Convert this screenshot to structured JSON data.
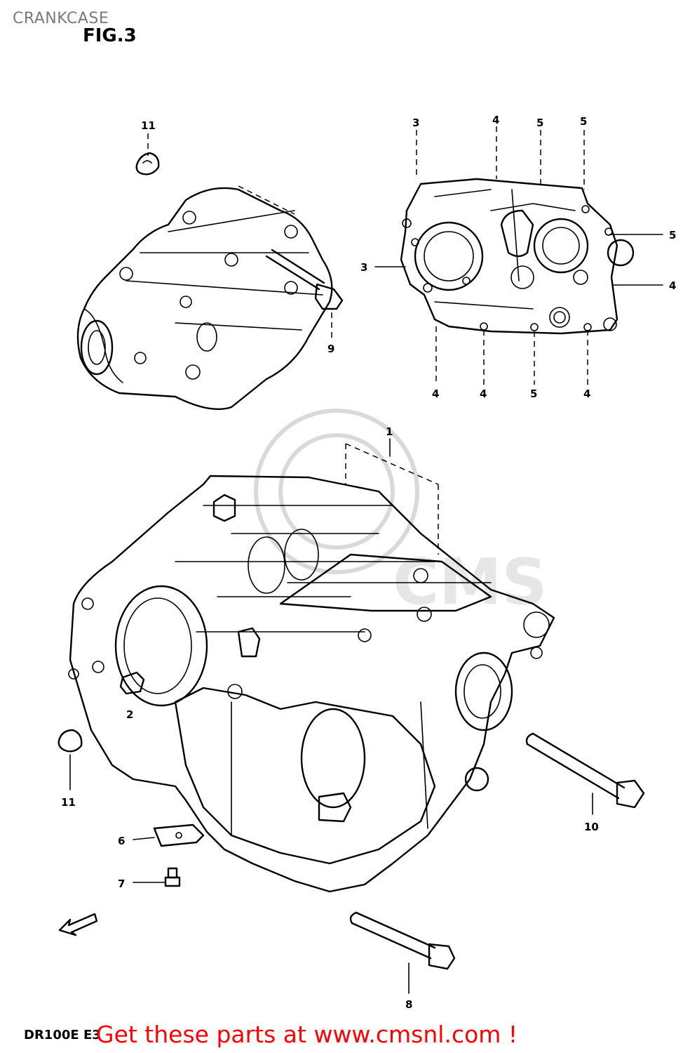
{
  "header": {
    "title": "CRANKCASE",
    "figure": "FIG.3"
  },
  "footer": {
    "model": "DR100E E3",
    "promo": "Get these parts at www.cmsnl.com !"
  },
  "callouts": {
    "c1": "1",
    "c2": "2",
    "c3a": "3",
    "c3b": "3",
    "c4a": "4",
    "c4b": "4",
    "c4c": "4",
    "c4d": "4",
    "c4e": "4",
    "c5a": "5",
    "c5b": "5",
    "c5c": "5",
    "c5d": "5",
    "c6": "6",
    "c7": "7",
    "c8": "8",
    "c9": "9",
    "c10": "10",
    "c11a": "11",
    "c11b": "11"
  },
  "watermark": {
    "text": "CMS"
  }
}
